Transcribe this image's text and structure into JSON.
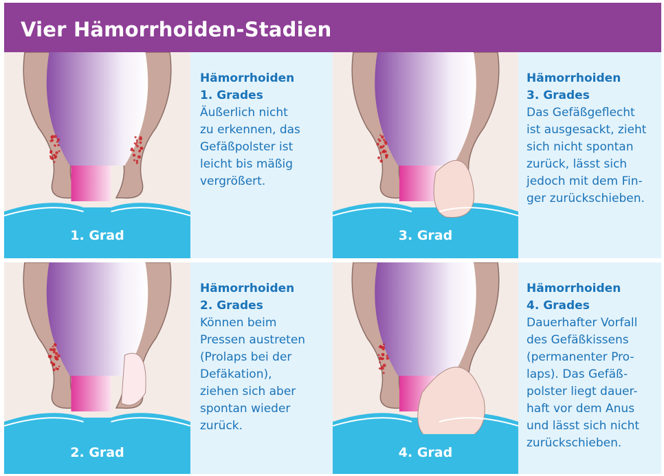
{
  "title": "Vier Hämorrhoiden-Stadien",
  "colors": {
    "header": "#8e3f96",
    "illustration_bg": "#36bbe4",
    "text_bg": "#e3f3fb",
    "text": "#1a73b8",
    "tissue": "#c9a79c",
    "cushion_dots": "#c8242c",
    "rectum_purple": "#8a4fa6",
    "anal_canal_pink": "#e0389a"
  },
  "stages": [
    {
      "grade_label": "1. Grad",
      "heading_1": "Hämorrhoiden",
      "heading_2": "1. Grades",
      "description": "Äußerlich nicht\nzu erkennen, das\nGefäßpolster ist\nleicht bis mäßig\nvergrößert."
    },
    {
      "grade_label": "2. Grad",
      "heading_1": "Hämorrhoiden",
      "heading_2": "2. Grades",
      "description": "Können beim\nPressen austreten\n(Prolaps bei der\nDefäkation),\nziehen sich aber\nspontan wieder\nzurück."
    },
    {
      "grade_label": "3. Grad",
      "heading_1": "Hämorrhoiden",
      "heading_2": "3. Grades",
      "description": "Das Gefäßgeflecht\nist ausgesackt, zieht\nsich nicht spontan\nzurück, lässt sich\njedoch mit dem Fin-\nger zurückschieben."
    },
    {
      "grade_label": "4. Grad",
      "heading_1": "Hämorrhoiden",
      "heading_2": "4. Grades",
      "description": "Dauerhafter Vorfall\ndes Gefäßkissens\n(permanenter Pro-\nlaps). Das Gefäß-\npolster liegt dauer-\nhaft vor dem Anus\nund lässt sich nicht\nzurückschieben."
    }
  ]
}
